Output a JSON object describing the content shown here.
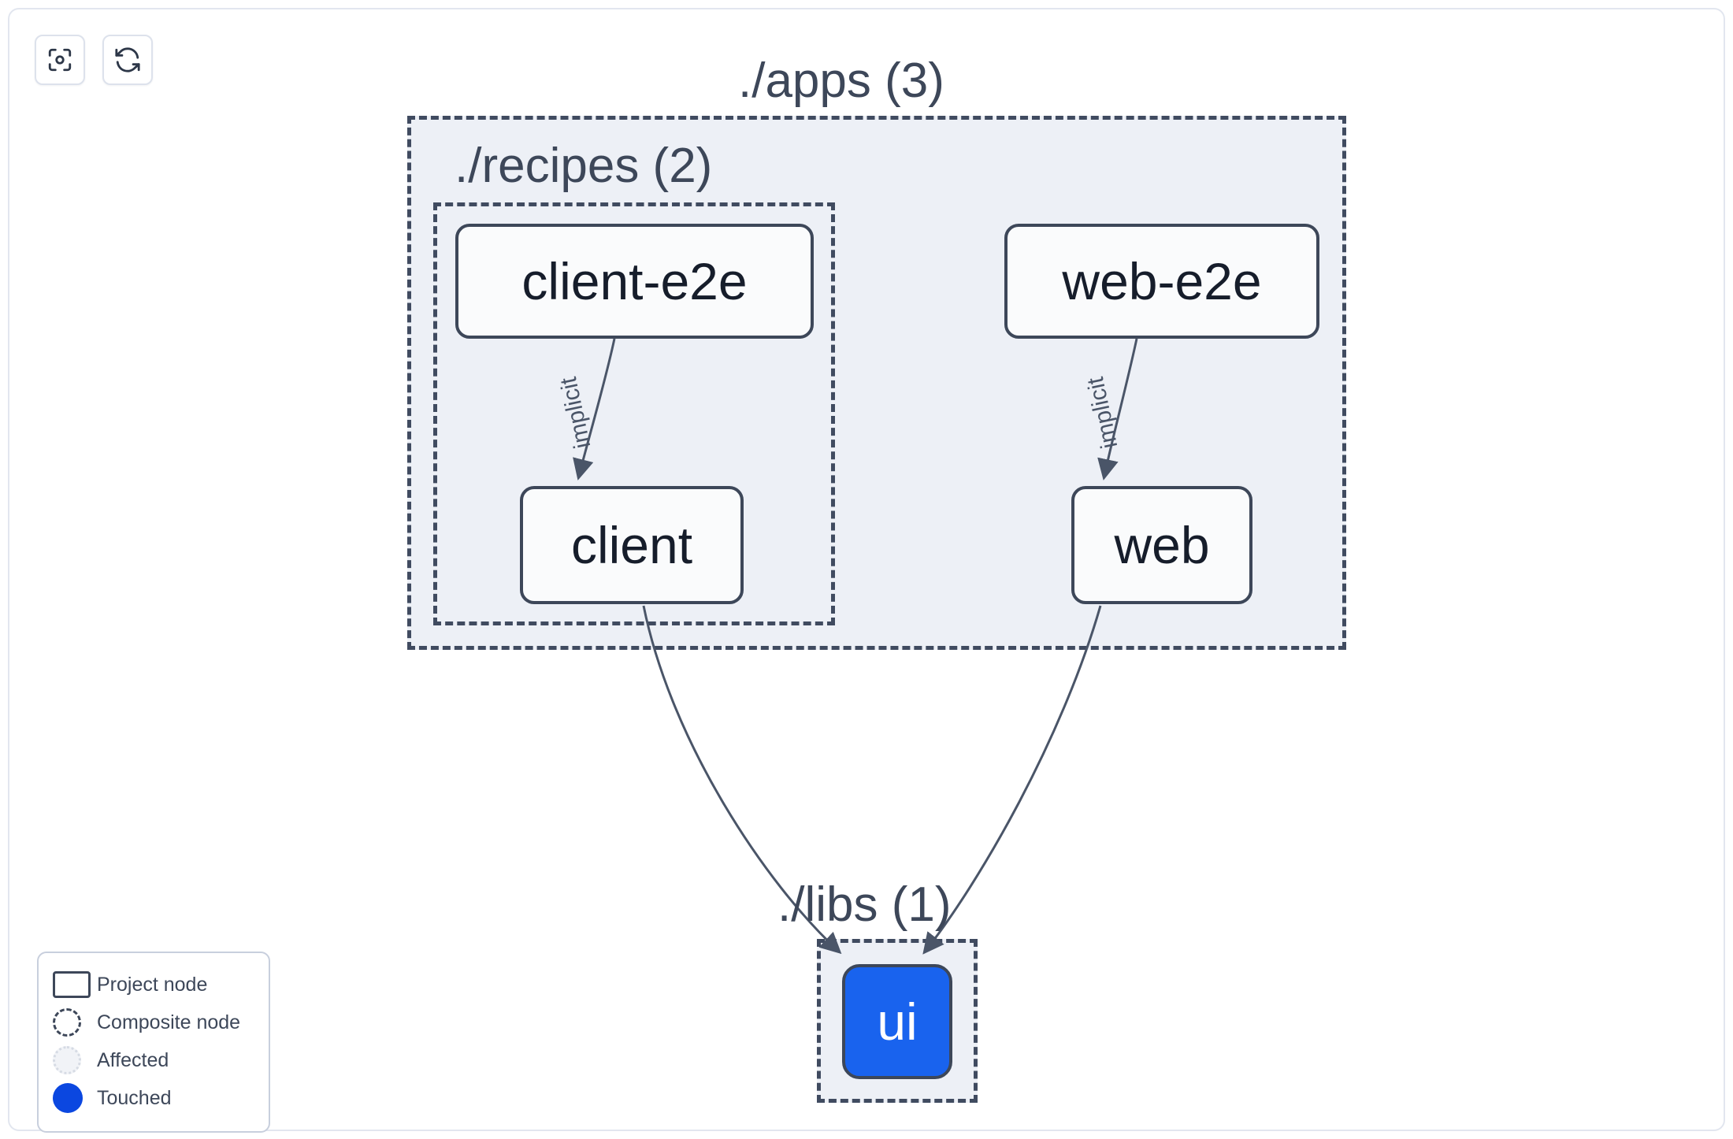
{
  "toolbar": {
    "buttons": [
      {
        "name": "focus-graph-button",
        "icon": "focus-target-icon",
        "label": ""
      },
      {
        "name": "refresh-graph-button",
        "icon": "refresh-sync-icon",
        "label": ""
      }
    ]
  },
  "graph": {
    "groups": [
      {
        "id": "apps",
        "label": "./apps (3)",
        "count": 3,
        "kind": "composite"
      },
      {
        "id": "recipes",
        "label": "./recipes (2)",
        "count": 2,
        "kind": "composite"
      },
      {
        "id": "libs",
        "label": "./libs (1)",
        "count": 1,
        "kind": "composite"
      }
    ],
    "nodes": [
      {
        "id": "client-e2e",
        "label": "client-e2e",
        "group": "recipes",
        "state": "normal"
      },
      {
        "id": "web-e2e",
        "label": "web-e2e",
        "group": "apps",
        "state": "normal"
      },
      {
        "id": "client",
        "label": "client",
        "group": "recipes",
        "state": "normal"
      },
      {
        "id": "web",
        "label": "web",
        "group": "apps",
        "state": "normal"
      },
      {
        "id": "ui",
        "label": "ui",
        "group": "libs",
        "state": "touched"
      }
    ],
    "edges": [
      {
        "from": "client-e2e",
        "to": "client",
        "label": "implicit"
      },
      {
        "from": "web-e2e",
        "to": "web",
        "label": "implicit"
      },
      {
        "from": "client",
        "to": "ui",
        "label": ""
      },
      {
        "from": "web",
        "to": "ui",
        "label": ""
      }
    ]
  },
  "legend": {
    "items": [
      {
        "symbol": "project-node-symbol",
        "label": "Project node"
      },
      {
        "symbol": "composite-node-symbol",
        "label": "Composite node"
      },
      {
        "symbol": "affected-symbol",
        "label": "Affected"
      },
      {
        "symbol": "touched-symbol",
        "label": "Touched"
      }
    ]
  },
  "colors": {
    "node_border": "#3d4759",
    "node_fill": "#fafbfc",
    "group_fill": "#edf0f6",
    "group_border": "#404b60",
    "touched_blue": "#1963ee",
    "legend_touched_blue": "#0b47e0",
    "edge_stroke": "#4a5568",
    "canvas_border": "#e2e6ef"
  }
}
